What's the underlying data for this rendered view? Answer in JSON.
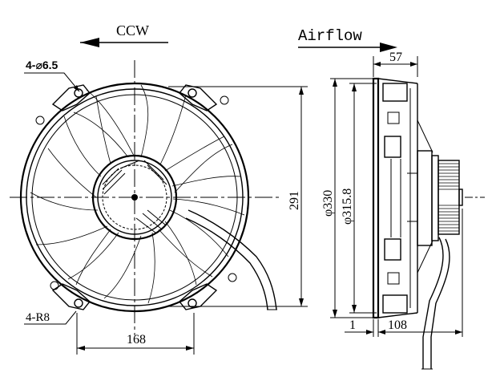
{
  "labels": {
    "rotation": "CCW",
    "airflow": "Airflow",
    "holes": "4-⌀6.5",
    "corner_radius": "4-R8",
    "hole_spacing": "168",
    "height": "291",
    "outer_diameter": "φ330",
    "shroud_diameter": "φ315.8",
    "depth": "57",
    "overall_depth": "108",
    "flange": "1"
  }
}
